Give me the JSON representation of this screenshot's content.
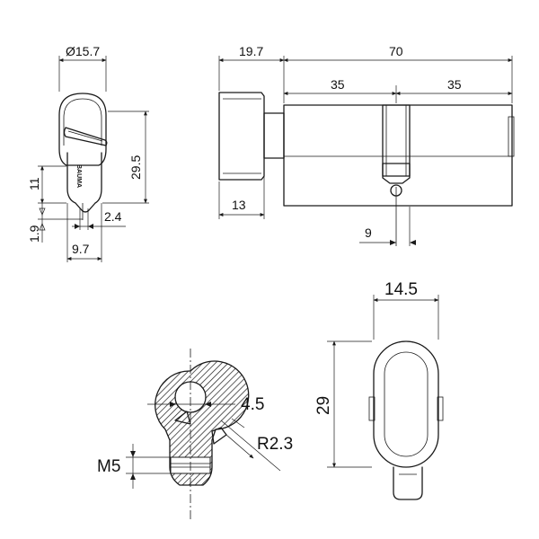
{
  "drawing": {
    "front_view": {
      "brand": "BAUMA",
      "dims": {
        "diameter": "Ø15.7",
        "height": "29.5",
        "d11": "11",
        "d19": "1.9",
        "d24": "2.4",
        "d97": "9.7"
      }
    },
    "side_view": {
      "dims": {
        "knob": "19.7",
        "total": "70",
        "half_left": "35",
        "half_right": "35",
        "knob_dia": "13",
        "cam": "9"
      }
    },
    "section_view": {
      "dims": {
        "d45": "4.5",
        "radius": "R2.3",
        "thread": "M5"
      }
    },
    "knob_view": {
      "dims": {
        "width": "14.5",
        "height": "29"
      }
    }
  }
}
